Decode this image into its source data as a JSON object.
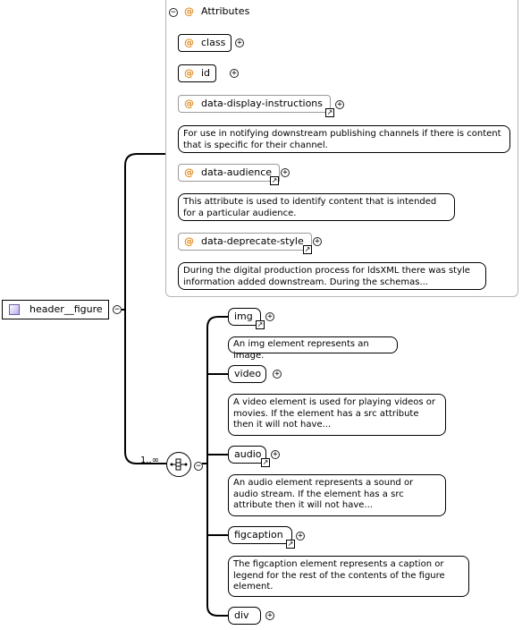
{
  "root": {
    "name": "header__figure"
  },
  "attributes": {
    "title": "Attributes",
    "items": [
      {
        "name": "class",
        "note": ""
      },
      {
        "name": "id",
        "note": ""
      },
      {
        "name": "data-display-instructions",
        "note": "For use in notifying downstream publishing channels if there is content that is specific for their channel."
      },
      {
        "name": "data-audience",
        "note": "This attribute is used to identify content that is intended for a particular audience."
      },
      {
        "name": "data-deprecate-style",
        "note": "During the digital production process for ldsXML there was style information added downstream. During the schemas..."
      }
    ]
  },
  "sequence": {
    "cardinality": "1..∞"
  },
  "elements": [
    {
      "name": "img",
      "note": "An img element represents an image."
    },
    {
      "name": "video",
      "note": "A video element is used for playing videos or movies. If the element has a src attribute then it will not have..."
    },
    {
      "name": "audio",
      "note": "An audio element represents a sound or audio stream. If the element has a src attribute then it will not have..."
    },
    {
      "name": "figcaption",
      "note": "The figcaption element represents a caption or legend for the rest of the contents of the figure element."
    },
    {
      "name": "div",
      "note": ""
    }
  ],
  "icons": {
    "expand": "+",
    "collapse": "−",
    "reference": "↗"
  },
  "colors": {
    "attribute_marker": "#e08a1a",
    "root_icon": "#b9a9e8"
  }
}
